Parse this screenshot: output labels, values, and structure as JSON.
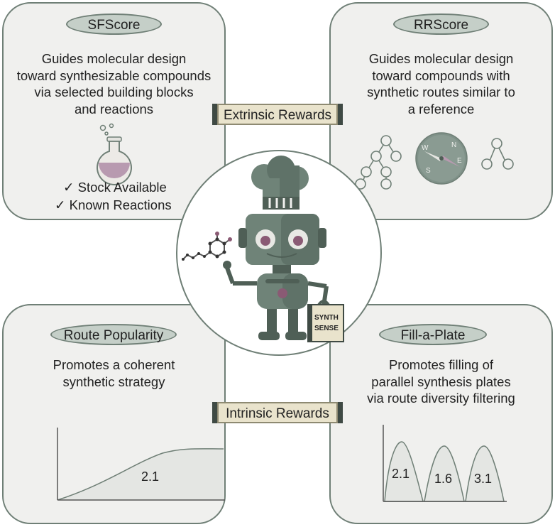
{
  "panels": {
    "sfscore": {
      "title": "SFScore",
      "lines": [
        "Guides molecular design",
        "toward synthesizable compounds",
        "via selected building blocks",
        "and reactions"
      ],
      "checks": [
        "✓ Stock Available",
        "✓ Known Reactions"
      ]
    },
    "rrscore": {
      "title": "RRScore",
      "lines": [
        "Guides molecular design",
        "toward compounds with",
        "synthetic routes similar to",
        "a reference"
      ],
      "compass": [
        "N",
        "E",
        "S",
        "W"
      ]
    },
    "route_popularity": {
      "title": "Route Popularity",
      "lines": [
        "Promotes a coherent",
        "synthetic strategy"
      ],
      "value": "2.1"
    },
    "fill_a_plate": {
      "title": "Fill-a-Plate",
      "lines": [
        "Promotes filling of",
        "parallel synthesis plates",
        "via route diversity filtering"
      ],
      "values": [
        "2.1",
        "1.6",
        "3.1"
      ]
    }
  },
  "banners": {
    "extrinsic": "Extrinsic Rewards",
    "intrinsic": "Intrinsic Rewards"
  },
  "robot": {
    "book_label": [
      "SYNTH",
      "SENSE"
    ]
  },
  "colors": {
    "panel_bg": "#f0f0ee",
    "panel_border": "#6f7f76",
    "pill_bg": "#c5cfc8",
    "banner_bg": "#e9e3cc",
    "robot_body": "#6f8378",
    "robot_dark": "#4f5f56",
    "flask_liquid": "#b89ab0"
  }
}
